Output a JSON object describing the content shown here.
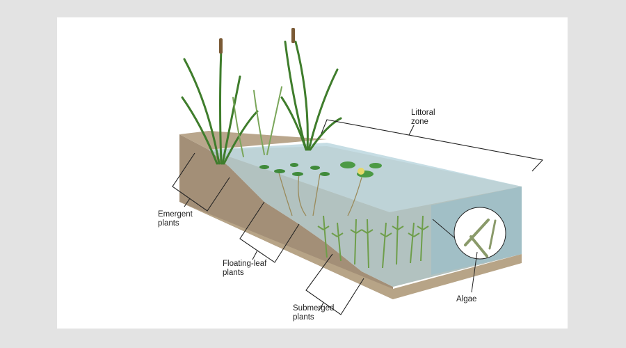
{
  "diagram": {
    "labels": {
      "littoral_line1": "Littoral",
      "littoral_line2": "zone",
      "emergent_line1": "Emergent",
      "emergent_line2": "plants",
      "floating_line1": "Floating-leaf",
      "floating_line2": "plants",
      "submerged_line1": "Submerged",
      "submerged_line2": "plants",
      "algae": "Algae"
    },
    "colors": {
      "background": "#e3e3e3",
      "panel": "#ffffff",
      "sediment": "#a99a85",
      "water": "#a9ccd6",
      "plant": "#4f8a3a"
    }
  }
}
